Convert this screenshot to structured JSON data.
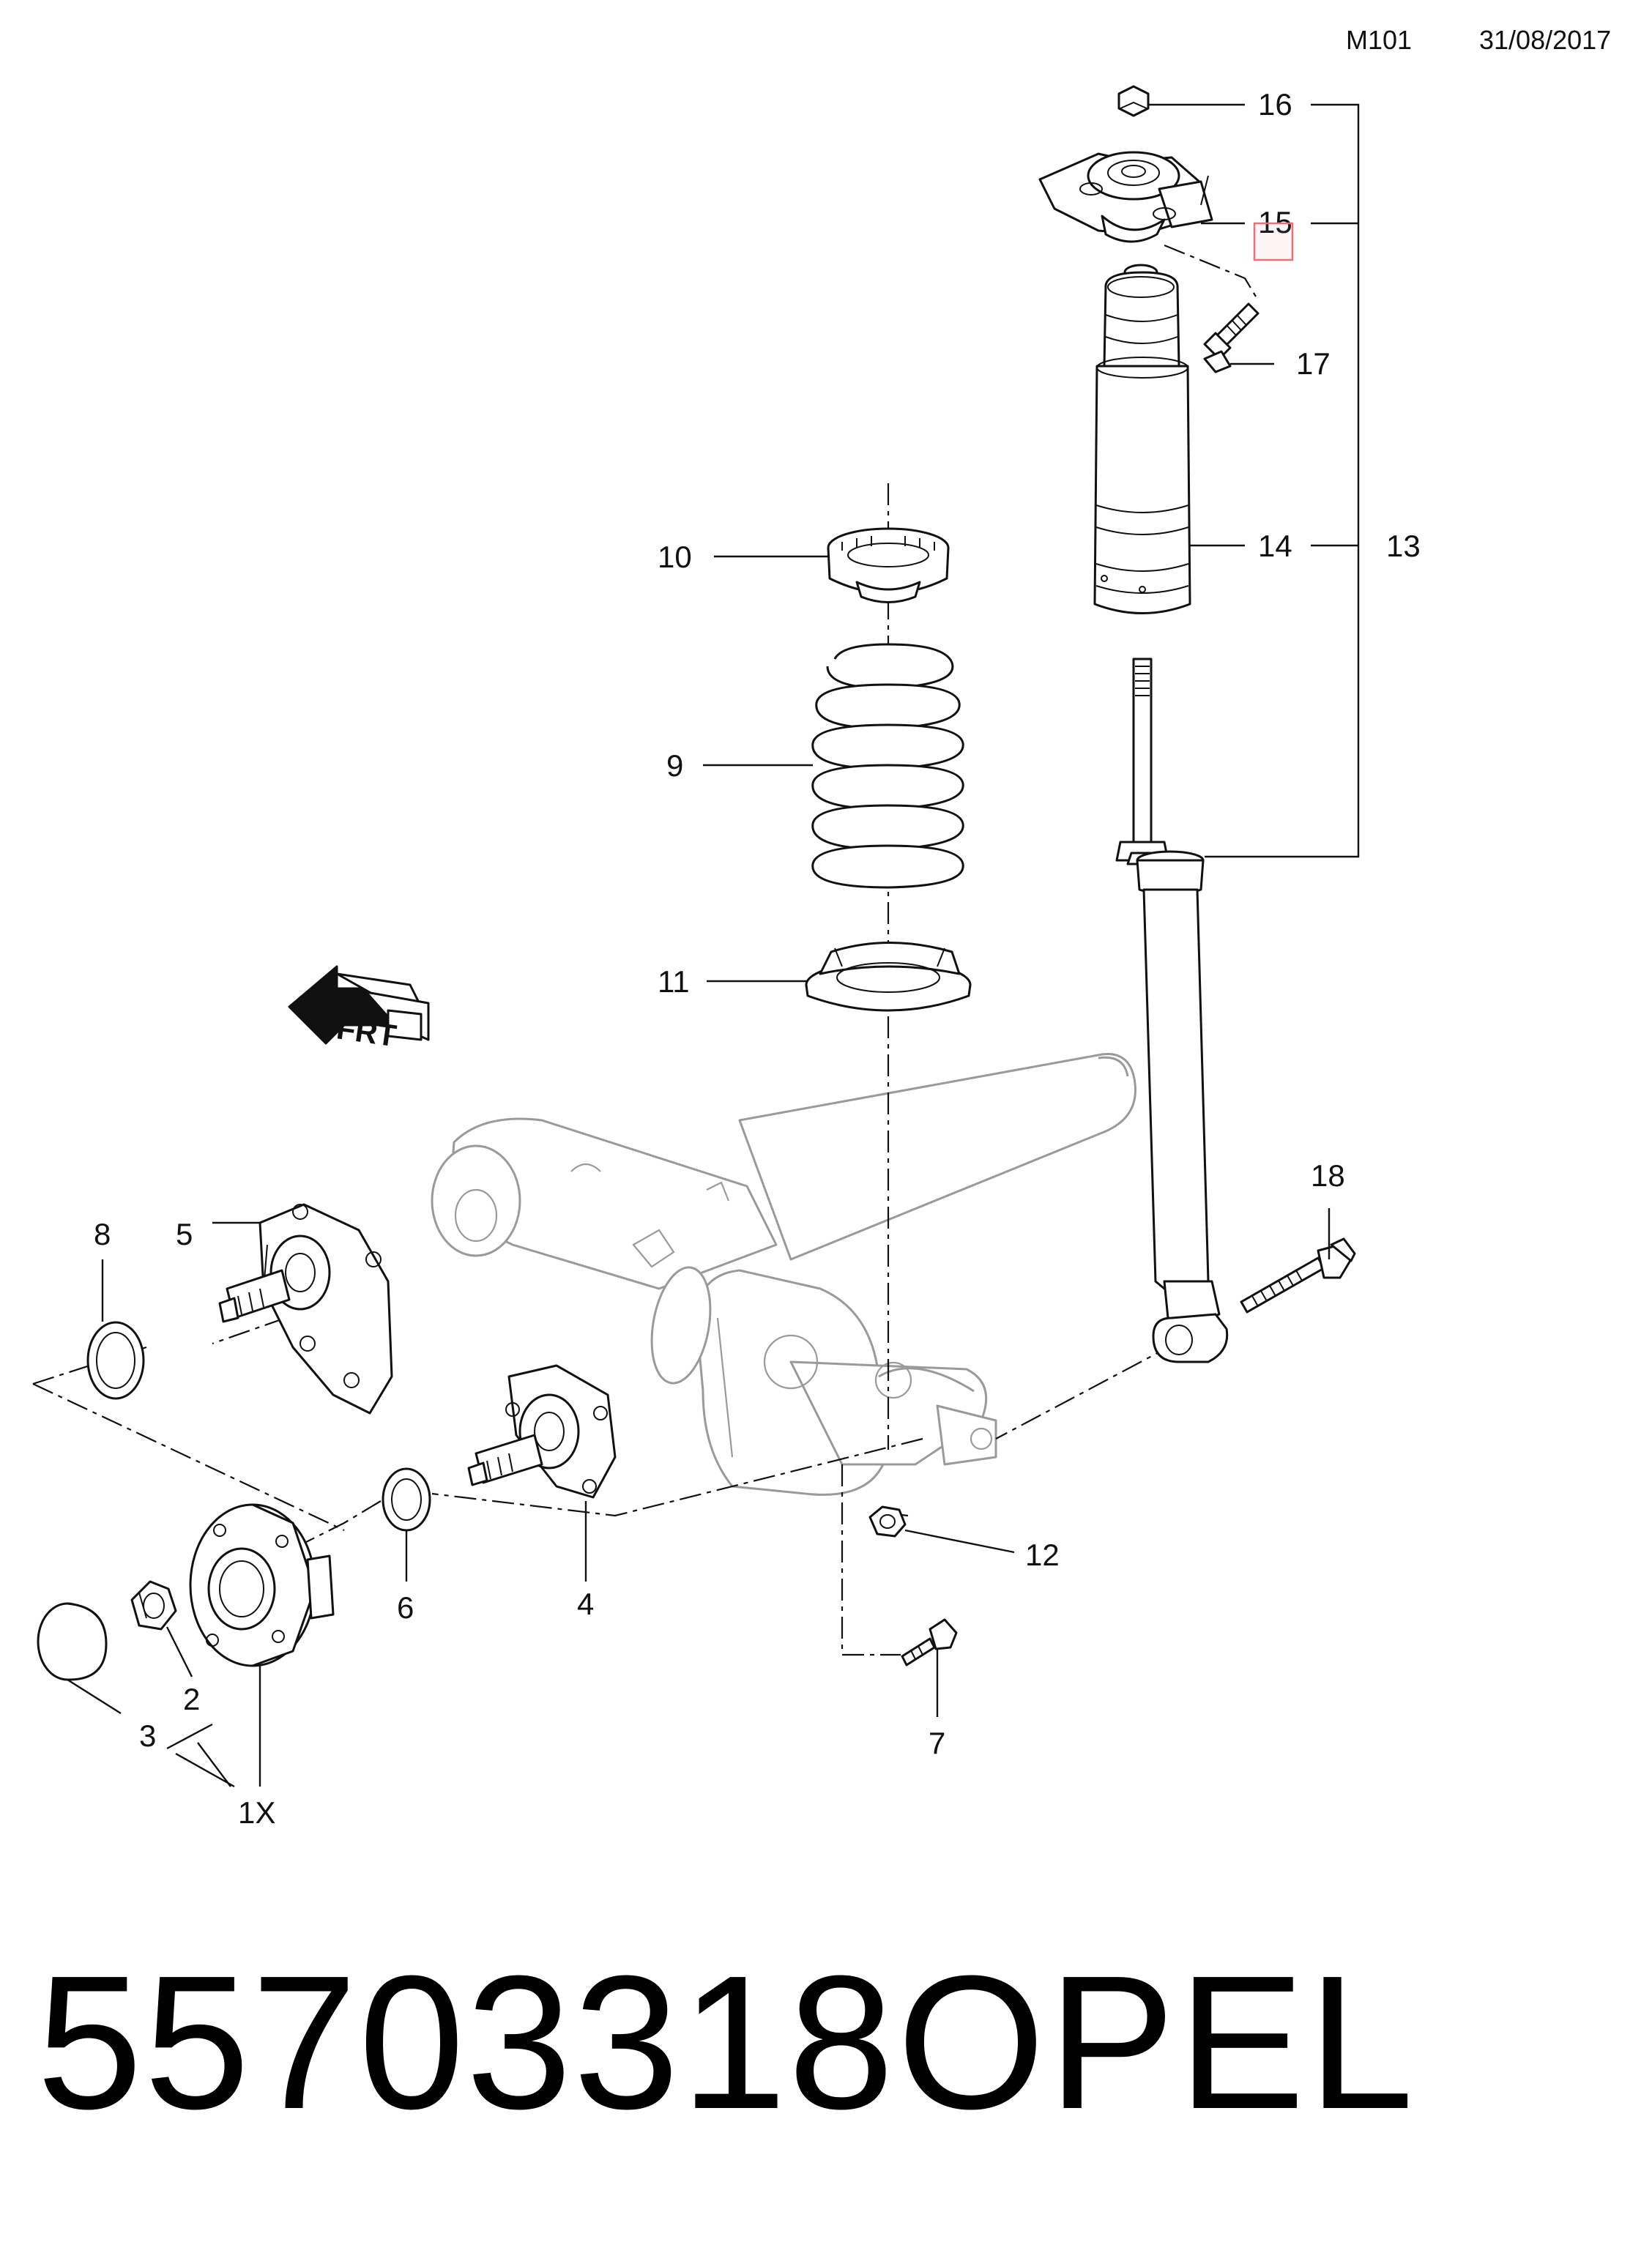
{
  "header": {
    "code": "M101",
    "date": "31/08/2017"
  },
  "callouts": {
    "c1x": "1X",
    "c2": "2",
    "c3": "3",
    "c4": "4",
    "c5": "5",
    "c6": "6",
    "c7": "7",
    "c8": "8",
    "c9": "9",
    "c10": "10",
    "c11": "11",
    "c12": "12",
    "c13": "13",
    "c14": "14",
    "c15": "15",
    "c16": "16",
    "c17": "17",
    "c18": "18"
  },
  "front_arrow": {
    "label": "FRT"
  },
  "highlight": {
    "color": "#e8707a"
  },
  "footer": {
    "part_number": "55703318",
    "brand": "OPEL"
  }
}
